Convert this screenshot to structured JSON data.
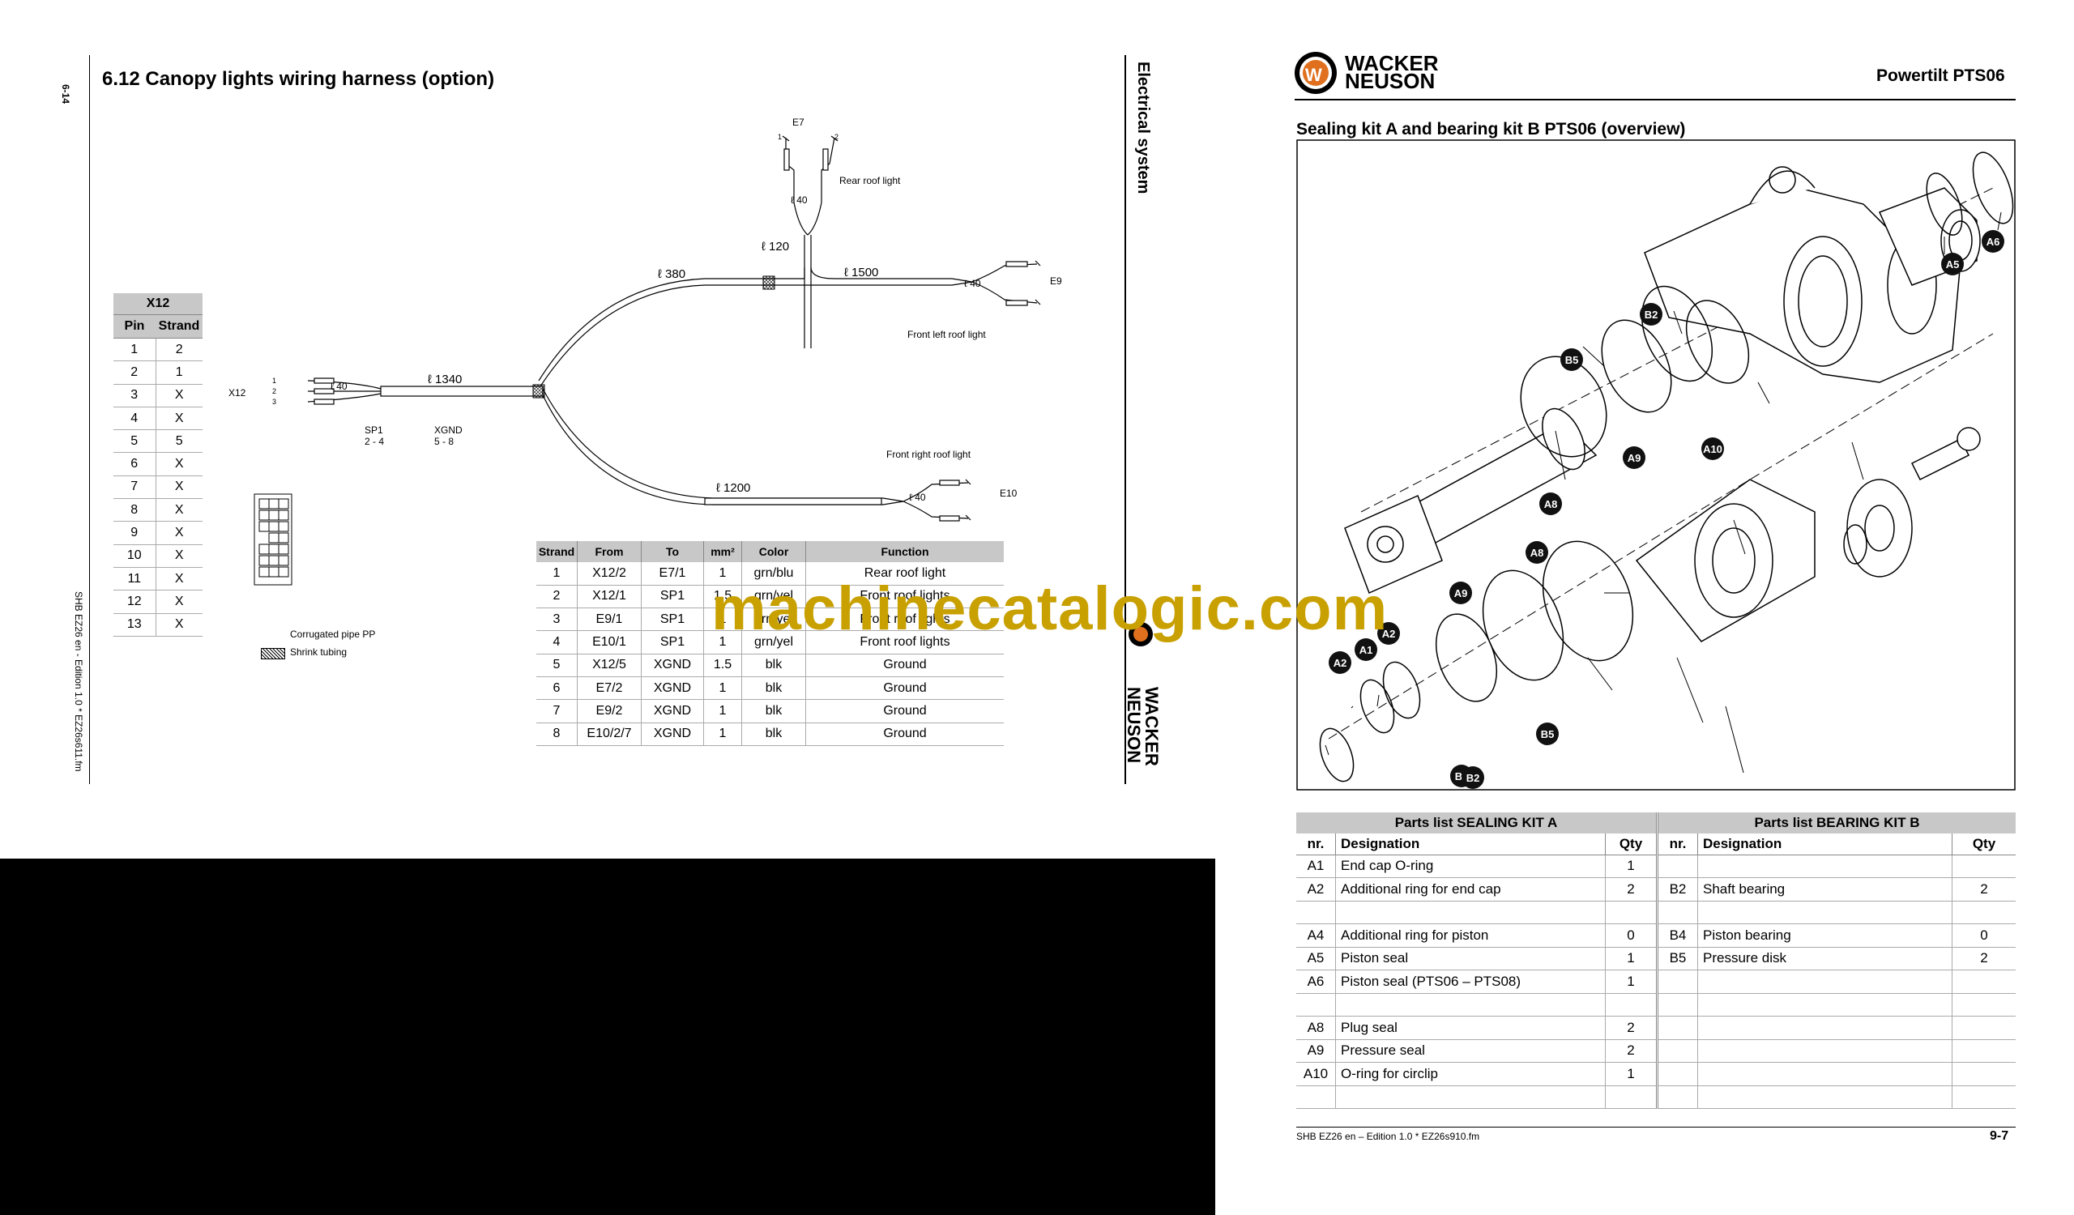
{
  "left_page": {
    "page_number": "6-14",
    "section_title": "6.12  Canopy lights wiring harness (option)",
    "side_tab": "Electrical system",
    "footer_vertical": "SHB EZ26 en - Edition 1.0 * EZ26s611.fm",
    "logo": {
      "line1": "WACKER",
      "line2": "NEUSON"
    },
    "connector_table": {
      "title": "X12",
      "headers": [
        "Pin",
        "Strand"
      ],
      "rows": [
        [
          "1",
          "2"
        ],
        [
          "2",
          "1"
        ],
        [
          "3",
          "X"
        ],
        [
          "4",
          "X"
        ],
        [
          "5",
          "5"
        ],
        [
          "6",
          "X"
        ],
        [
          "7",
          "X"
        ],
        [
          "8",
          "X"
        ],
        [
          "9",
          "X"
        ],
        [
          "10",
          "X"
        ],
        [
          "11",
          "X"
        ],
        [
          "12",
          "X"
        ],
        [
          "13",
          "X"
        ]
      ]
    },
    "diagram_labels": {
      "e7": "E7",
      "rear_roof_light": "Rear roof light",
      "len_40_top": "ℓ 40",
      "len_120": "ℓ 120",
      "len_380": "ℓ 380",
      "len_1500": "ℓ 1500",
      "len_40_e9": "ℓ 40",
      "e9": "E9",
      "front_left_roof_light": "Front left roof light",
      "x12": "X12",
      "len_40_x12": "ℓ 40",
      "len_1340": "ℓ 1340",
      "sp1": "SP1",
      "sp1_range": "2 - 4",
      "xgnd": "XGND",
      "xgnd_range": "5 - 8",
      "front_right_roof_light": "Front right roof light",
      "len_1200": "ℓ 1200",
      "len_40_e10": "ℓ 40",
      "e10": "E10",
      "pin1": "1",
      "pin2": "2",
      "pin3": "3",
      "wire1": "1",
      "wire2": "2",
      "legend_corrugated": "Corrugated pipe PP",
      "legend_shrink": "Shrink tubing"
    },
    "wiring_table": {
      "headers": [
        "Strand",
        "From",
        "To",
        "mm²",
        "Color",
        "Function"
      ],
      "rows": [
        [
          "1",
          "X12/2",
          "E7/1",
          "1",
          "grn/blu",
          "Rear roof light"
        ],
        [
          "2",
          "X12/1",
          "SP1",
          "1.5",
          "grn/yel",
          "Front roof lights"
        ],
        [
          "3",
          "E9/1",
          "SP1",
          "1",
          "grn/yel",
          "Front roof lights"
        ],
        [
          "4",
          "E10/1",
          "SP1",
          "1",
          "grn/yel",
          "Front roof lights"
        ],
        [
          "5",
          "X12/5",
          "XGND",
          "1.5",
          "blk",
          "Ground"
        ],
        [
          "6",
          "E7/2",
          "XGND",
          "1",
          "blk",
          "Ground"
        ],
        [
          "7",
          "E9/2",
          "XGND",
          "1",
          "blk",
          "Ground"
        ],
        [
          "8",
          "E10/2/7",
          "XGND",
          "1",
          "blk",
          "Ground"
        ]
      ]
    }
  },
  "right_page": {
    "logo": {
      "line1": "WACKER",
      "line2": "NEUSON"
    },
    "header_title": "Powertilt PTS06",
    "figure_title": "Sealing kit A and bearing kit B PTS06 (overview)",
    "callouts": [
      "A1",
      "A2",
      "A2",
      "A5",
      "A6",
      "A8",
      "A8",
      "A9",
      "A9",
      "A10",
      "B2",
      "B2",
      "B2",
      "B5",
      "B5"
    ],
    "parts_a": {
      "title": "Parts list SEALING KIT A",
      "headers": [
        "nr.",
        "Designation",
        "Qty"
      ],
      "rows": [
        [
          "A1",
          "End cap O-ring",
          "1"
        ],
        [
          "A2",
          "Additional ring for end cap",
          "2"
        ],
        [
          "",
          "",
          ""
        ],
        [
          "A4",
          "Additional ring for piston",
          "0"
        ],
        [
          "A5",
          "Piston seal",
          "1"
        ],
        [
          "A6",
          "Piston seal (PTS06 – PTS08)",
          "1"
        ],
        [
          "",
          "",
          ""
        ],
        [
          "A8",
          "Plug seal",
          "2"
        ],
        [
          "A9",
          "Pressure seal",
          "2"
        ],
        [
          "A10",
          "O-ring for circlip",
          "1"
        ],
        [
          "",
          "",
          ""
        ]
      ]
    },
    "parts_b": {
      "title": "Parts list BEARING KIT B",
      "headers": [
        "nr.",
        "Designation",
        "Qty"
      ],
      "rows": [
        [
          "",
          "",
          ""
        ],
        [
          "B2",
          "Shaft bearing",
          "2"
        ],
        [
          "",
          "",
          ""
        ],
        [
          "B4",
          "Piston bearing",
          "0"
        ],
        [
          "B5",
          "Pressure disk",
          "2"
        ],
        [
          "",
          "",
          ""
        ],
        [
          "",
          "",
          ""
        ],
        [
          "",
          "",
          ""
        ],
        [
          "",
          "",
          ""
        ],
        [
          "",
          "",
          ""
        ],
        [
          "",
          "",
          ""
        ]
      ]
    },
    "footer_left": "SHB EZ26 en – Edition 1.0 * EZ26s910.fm",
    "footer_right": "9-7"
  },
  "watermark": "machinecatalogic.com"
}
